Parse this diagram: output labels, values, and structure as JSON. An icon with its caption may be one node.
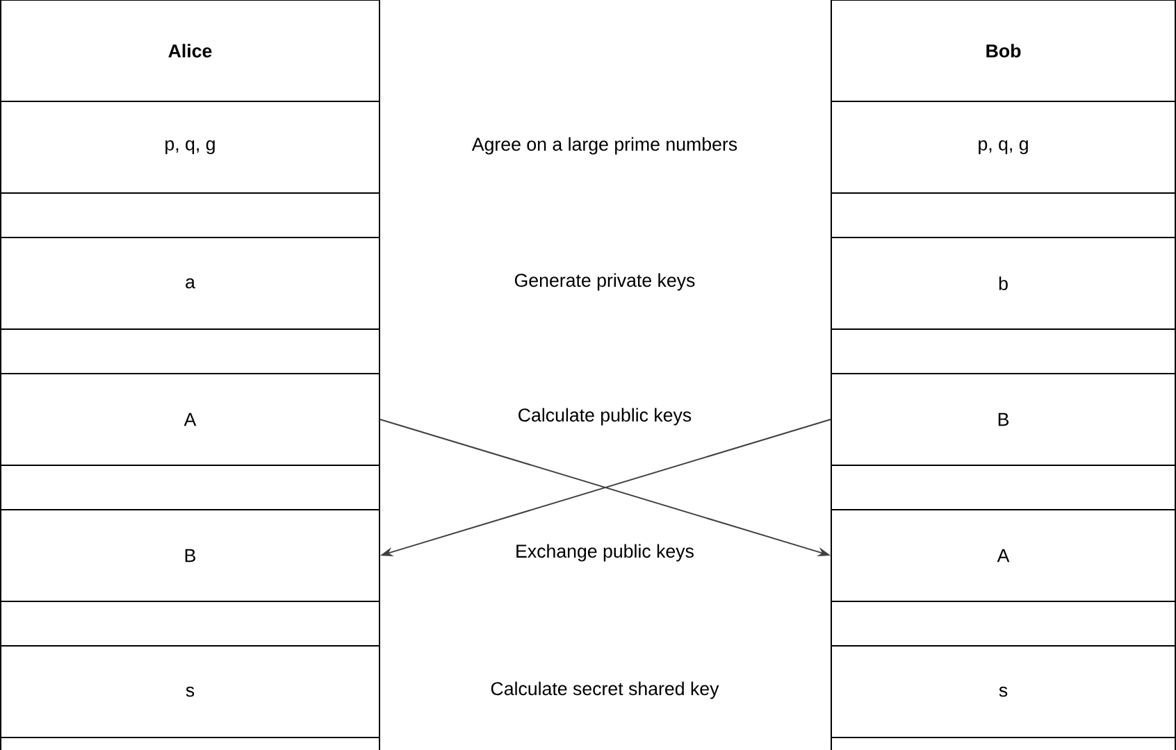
{
  "diagram": {
    "nodes": [
      {
        "text": [
          "Alice"
        ]
      },
      {
        "text": [
          "Bob"
        ]
      },
      {
        "text": [
          "p, q, g"
        ]
      },
      {
        "text": [
          "p, q, g"
        ]
      },
      {
        "text": [],
        "shape": "box"
      },
      {
        "text": [],
        "shape": "box"
      },
      {
        "text": [
          "a"
        ]
      },
      {
        "text": [
          "b"
        ]
      },
      {
        "text": [],
        "shape": "box"
      },
      {
        "text": [],
        "shape": "box"
      },
      {
        "text": [
          "A"
        ]
      },
      {
        "text": [
          "B"
        ]
      },
      {
        "text": [],
        "shape": "box"
      },
      {
        "text": [],
        "shape": "box"
      },
      {
        "text": [
          "B"
        ]
      },
      {
        "text": [
          "A"
        ]
      },
      {
        "text": [],
        "shape": "box"
      },
      {
        "text": [],
        "shape": "box"
      },
      {
        "text": [
          "s"
        ]
      },
      {
        "text": [
          "s"
        ]
      }
    ],
    "edges": [
      {
        "from": 10,
        "to": 15,
        "arrow": "to"
      },
      {
        "from": 11,
        "to": 14,
        "arrow": "to"
      }
    ],
    "labels": [
      "Agree on a large prime numbers",
      "Generate private keys",
      "Calculate public keys",
      "Exchange public keys",
      "Calculate secret shared key"
    ]
  }
}
